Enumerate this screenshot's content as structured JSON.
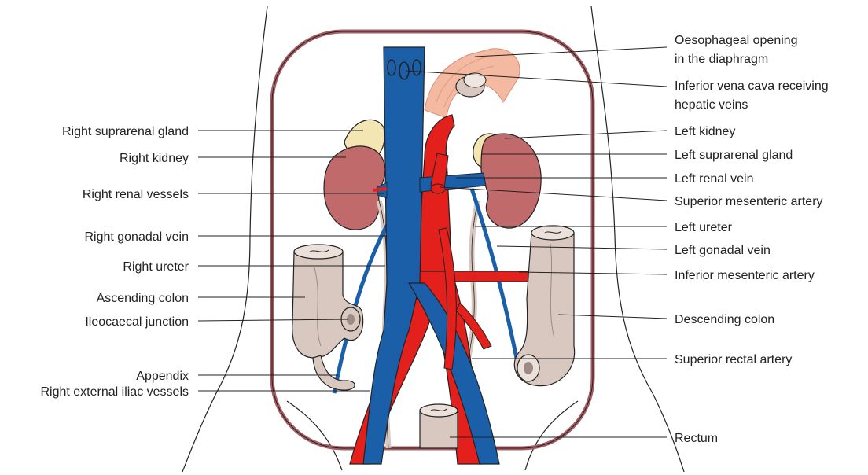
{
  "labels_left": [
    "Right suprarenal gland",
    "Right kidney",
    "Right renal vessels",
    "Right gonadal vein",
    "Right ureter",
    "Ascending colon",
    "Ileocaecal junction",
    "Appendix",
    "Right external iliac vessels"
  ],
  "labels_right": [
    "Oesophageal opening",
    "in the diaphragm",
    "Inferior vena cava receiving",
    "hepatic veins",
    "Left kidney",
    "Left suprarenal gland",
    "Left renal vein",
    "Superior mesenteric artery",
    "Left ureter",
    "Left gonadal vein",
    "Inferior mesenteric artery",
    "Descending colon",
    "Superior rectal artery",
    "Rectum"
  ],
  "colors": {
    "vein": "#1a5fa8",
    "artery": "#e3201b",
    "kidney": "#c06a6c",
    "suprarenal": "#f4e6b3",
    "bowel": "#d8c8c0",
    "diaphragm_rim": "#a65d62",
    "oesophagus": "#f3b9a1"
  }
}
